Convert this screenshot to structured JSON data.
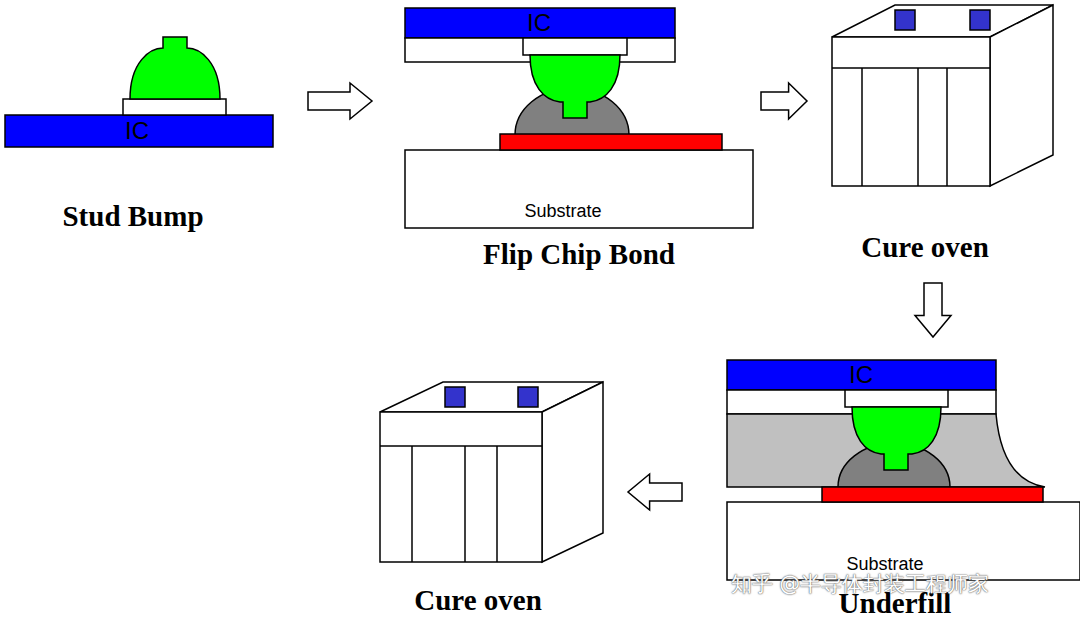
{
  "diagram": {
    "nodes": [
      {
        "text": [
          "Stud Bump"
        ]
      },
      {
        "text": [
          "Flip Chip Bond"
        ]
      },
      {
        "text": [
          "Cure oven"
        ]
      },
      {
        "text": [
          "Underfill"
        ]
      },
      {
        "text": [
          "Cure oven"
        ]
      }
    ],
    "edges": [
      {
        "from": 0,
        "to": 1,
        "arrow": "to"
      },
      {
        "from": 1,
        "to": 2,
        "arrow": "to"
      },
      {
        "from": 2,
        "to": 3,
        "arrow": "to"
      },
      {
        "from": 3,
        "to": 4,
        "arrow": "to"
      }
    ],
    "labels": [
      "IC",
      "IC",
      "IC",
      "Substrate",
      "Substrate",
      "知乎 @半导体封装工程师家"
    ]
  }
}
